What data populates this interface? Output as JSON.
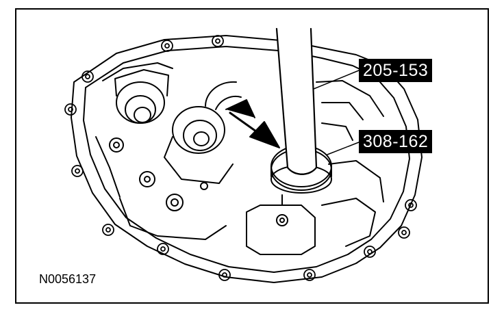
{
  "callouts": {
    "tool_1": "205-153",
    "tool_2": "308-162"
  },
  "figure_id": "N0056137",
  "colors": {
    "ink": "#000000",
    "paper": "#ffffff"
  }
}
